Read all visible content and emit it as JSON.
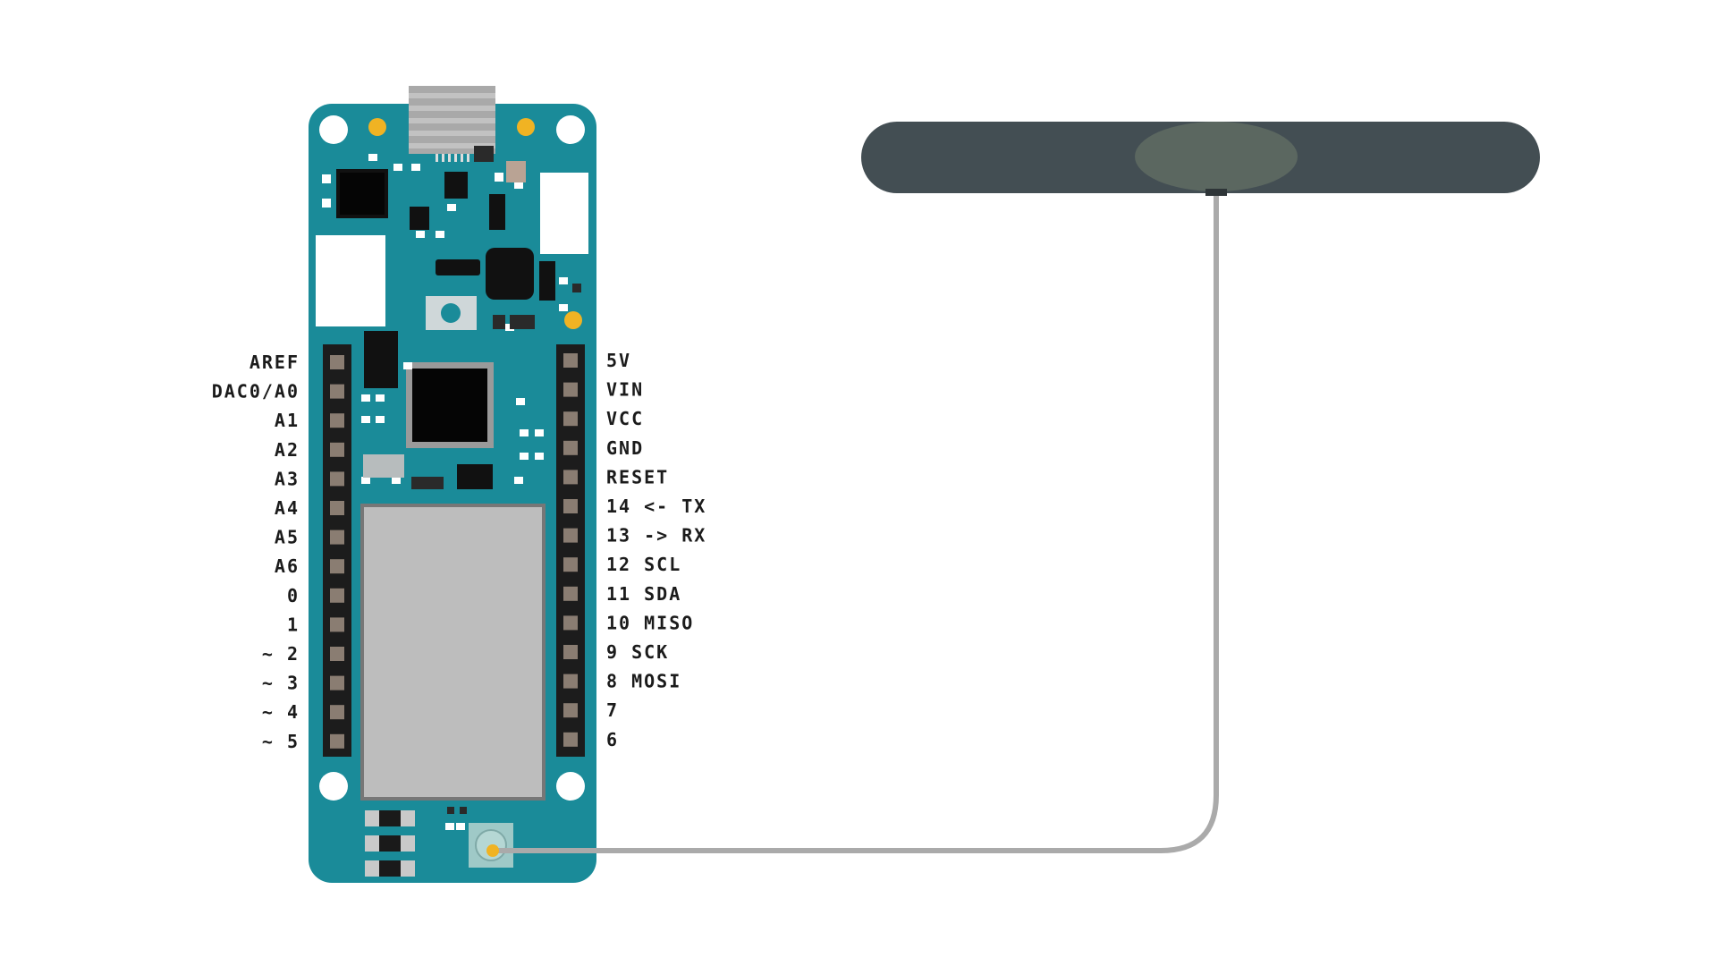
{
  "colors": {
    "board": "#1a8b99",
    "pin": "#8a7d72",
    "header": "#1c1c1c",
    "module": "#bdbdbd",
    "antenna": "#434e53",
    "antenna_base": "#5b6760",
    "cable": "#aaaaaa",
    "led": "#f0b323",
    "usb": "#a9a9a9"
  },
  "left_pins": [
    "AREF",
    "DAC0/A0",
    "A1",
    "A2",
    "A3",
    "A4",
    "A5",
    "A6",
    "0",
    "1",
    "~ 2",
    "~ 3",
    "~ 4",
    "~ 5"
  ],
  "right_pins": [
    "5V",
    "VIN",
    "VCC",
    "GND",
    "RESET",
    "14 <- TX",
    "13 -> RX",
    "12 SCL",
    "11 SDA",
    "10 MISO",
    "9 SCK",
    "8 MOSI",
    "7",
    "6"
  ]
}
